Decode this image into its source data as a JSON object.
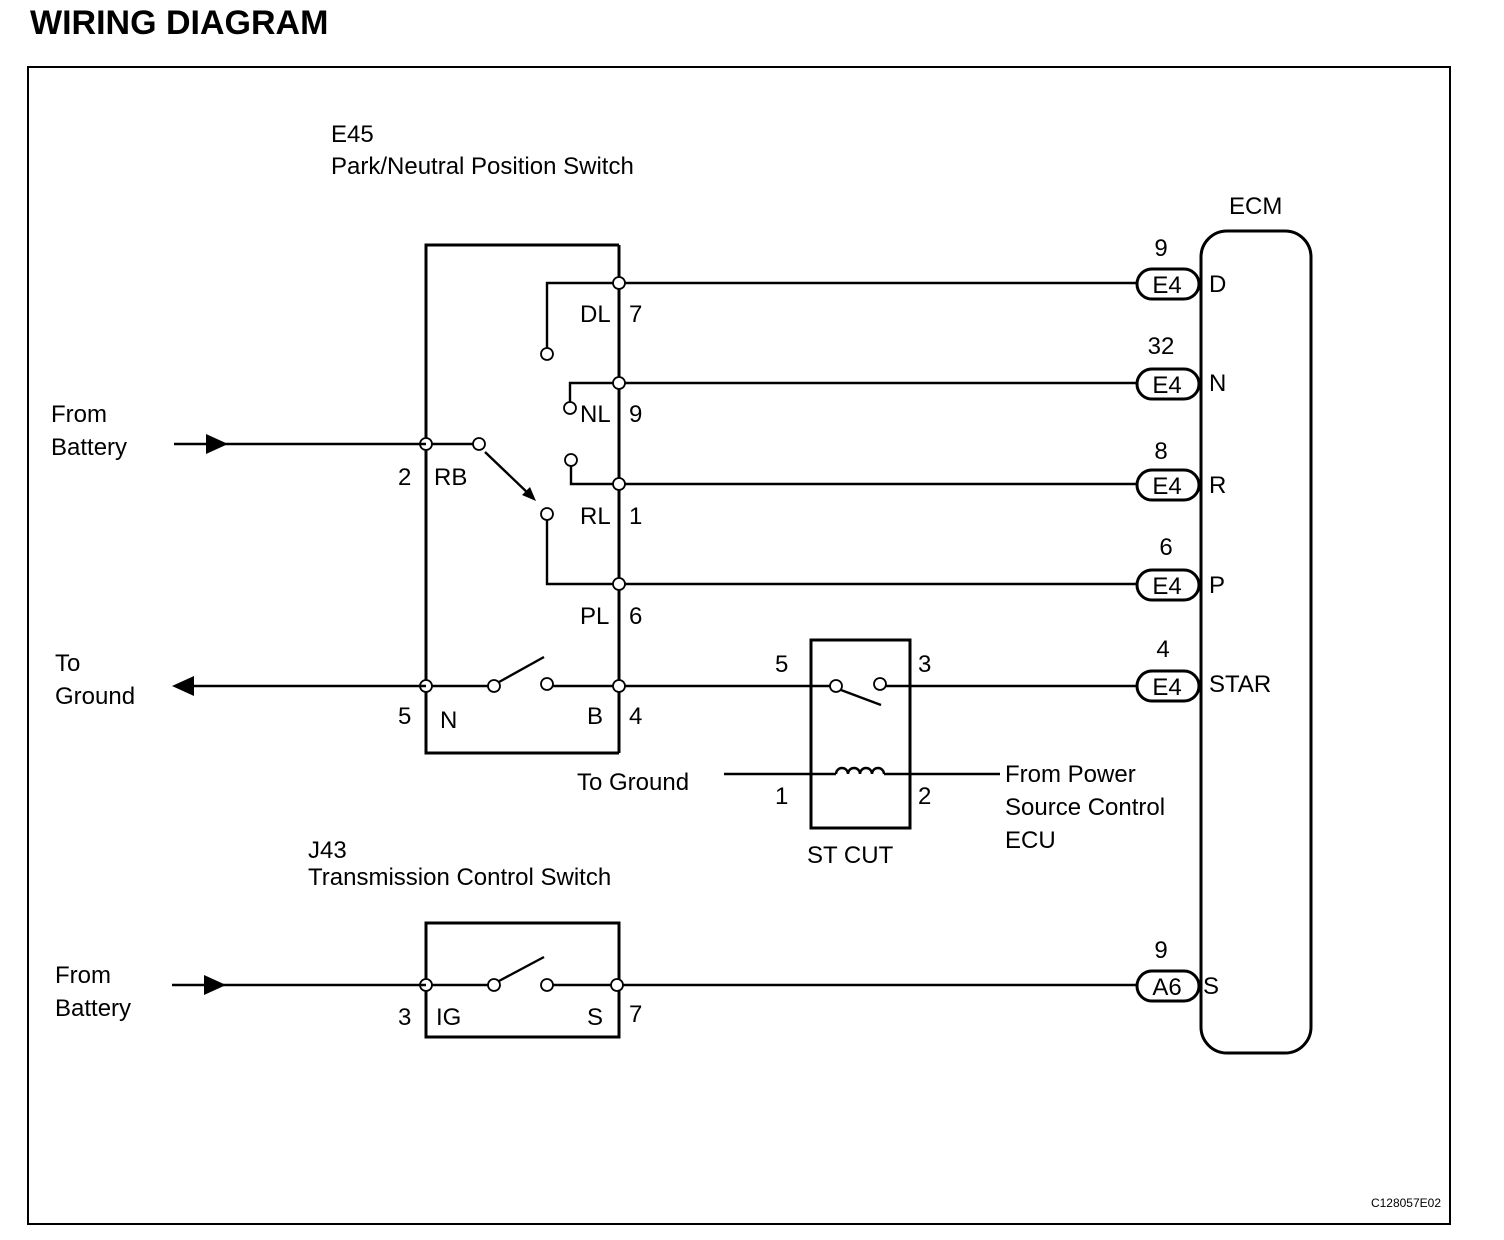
{
  "title": "WIRING DIAGRAM",
  "figure_code": "C128057E02",
  "pn_switch": {
    "code": "E45",
    "name": "Park/Neutral Position Switch",
    "terminals": {
      "dl_label": "DL",
      "dl_num": "7",
      "nl_label": "NL",
      "nl_num": "9",
      "rl_label": "RL",
      "rl_num": "1",
      "pl_label": "PL",
      "pl_num": "6",
      "rb_label": "RB",
      "rb_num": "2",
      "n_label": "N",
      "n_num": "5",
      "b_label": "B",
      "b_num": "4"
    }
  },
  "ecm": {
    "label": "ECM",
    "pins": [
      {
        "num": "9",
        "connector": "E4",
        "signal": "D"
      },
      {
        "num": "32",
        "connector": "E4",
        "signal": "N"
      },
      {
        "num": "8",
        "connector": "E4",
        "signal": "R"
      },
      {
        "num": "6",
        "connector": "E4",
        "signal": "P"
      },
      {
        "num": "4",
        "connector": "E4",
        "signal": "STAR"
      },
      {
        "num": "9",
        "connector": "A6",
        "signal": "S"
      }
    ]
  },
  "st_cut": {
    "label": "ST CUT",
    "pin_5": "5",
    "pin_3": "3",
    "pin_1": "1",
    "pin_2": "2"
  },
  "tcs": {
    "code": "J43",
    "name": "Transmission Control Switch",
    "ig_label": "IG",
    "ig_num": "3",
    "s_label": "S",
    "s_num": "7"
  },
  "labels": {
    "from_battery_1": [
      "From",
      "Battery"
    ],
    "to_ground_1": [
      "To",
      "Ground"
    ],
    "to_ground_2": "To Ground",
    "from_power": [
      "From Power",
      "Source Control",
      "ECU"
    ],
    "from_battery_2": [
      "From",
      "Battery"
    ]
  }
}
